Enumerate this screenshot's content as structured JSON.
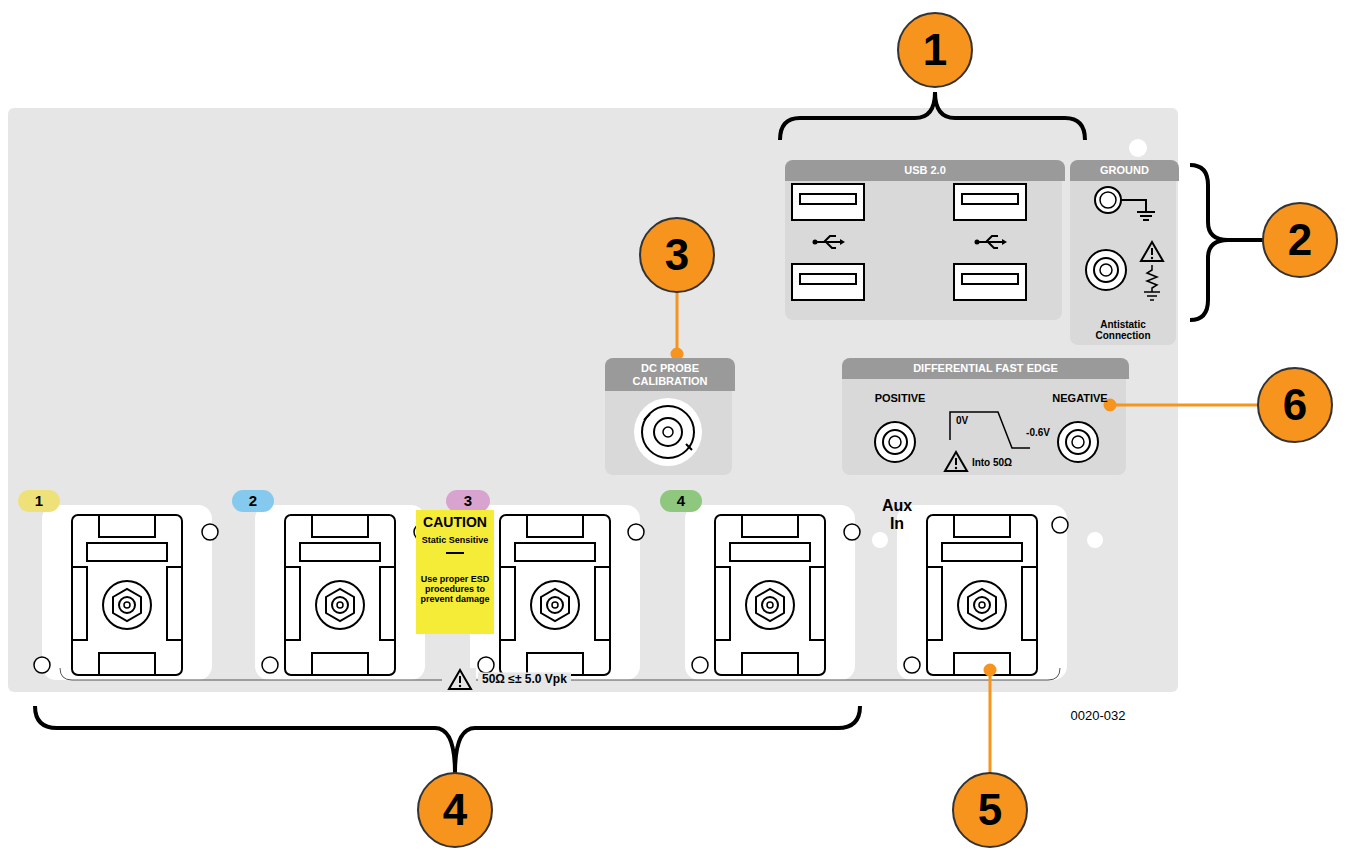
{
  "diagram": {
    "nodes": [
      {
        "text": [
          "USB 2.0"
        ]
      },
      {
        "text": [
          "GROUND",
          "Antistatic Connection"
        ]
      },
      {
        "text": [
          "DC PROBE CALIBRATION"
        ]
      },
      {
        "text": [
          "DIFFERENTIAL FAST EDGE",
          "POSITIVE",
          "NEGATIVE",
          "0V",
          "-0.6V",
          "Into 50Ω"
        ]
      },
      {
        "text": [
          "1"
        ]
      },
      {
        "text": [
          "2"
        ]
      },
      {
        "text": [
          "3"
        ]
      },
      {
        "text": [
          "4"
        ]
      },
      {
        "text": [
          "CAUTION",
          "Static Sensitive",
          "Use proper ESD procedures to prevent damage"
        ]
      }
    ],
    "labels": [
      "1",
      "2",
      "3",
      "4",
      "5",
      "6",
      "Aux In",
      "50Ω ≤± 5.0 Vpk",
      "0020-032"
    ]
  }
}
